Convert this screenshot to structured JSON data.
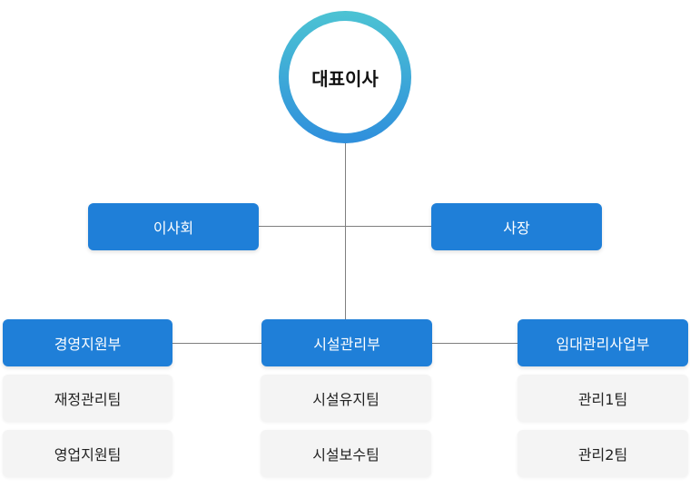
{
  "top": {
    "label": "대표이사"
  },
  "middle": {
    "left": "이사회",
    "right": "사장"
  },
  "departments": [
    {
      "name": "경영지원부",
      "teams": [
        "재정관리팀",
        "영업지원팀"
      ]
    },
    {
      "name": "시설관리부",
      "teams": [
        "시설유지팀",
        "시설보수팀"
      ]
    },
    {
      "name": "임대관리사업부",
      "teams": [
        "관리1팀",
        "관리2팀"
      ]
    }
  ]
}
